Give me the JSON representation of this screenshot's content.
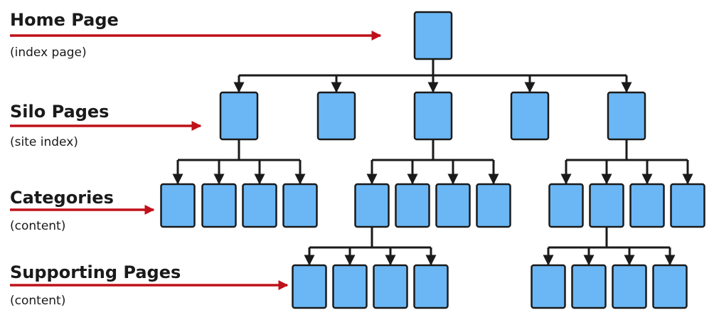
{
  "levels": [
    {
      "title": "Home Page",
      "subtitle": "(index page)"
    },
    {
      "title": "Silo Pages",
      "subtitle": "(site index)"
    },
    {
      "title": "Categories",
      "subtitle": "(content)"
    },
    {
      "title": "Supporting Pages",
      "subtitle": "(content)"
    }
  ],
  "colors": {
    "box_fill": "#6bb7f5",
    "box_stroke": "#1a1a1a",
    "connector": "#1a1a1a",
    "pointer_arrow": "#c0111a"
  }
}
